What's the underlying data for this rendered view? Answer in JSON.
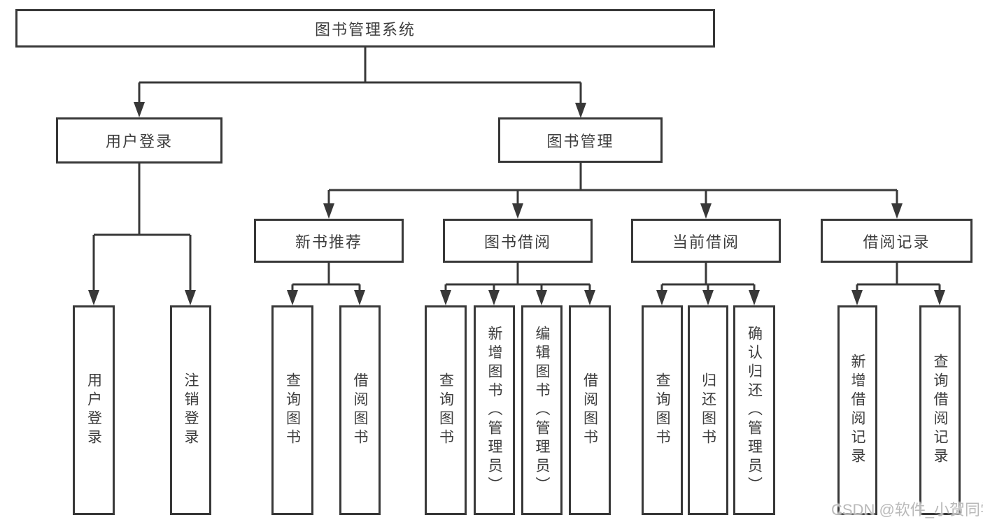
{
  "diagram": {
    "root": {
      "label": "图书管理系统"
    },
    "level2": {
      "user_login": {
        "label": "用户登录"
      },
      "book_mgmt": {
        "label": "图书管理"
      }
    },
    "level3": {
      "new_books": {
        "label": "新书推荐"
      },
      "book_borrow": {
        "label": "图书借阅"
      },
      "current_borrow": {
        "label": "当前借阅"
      },
      "borrow_records": {
        "label": "借阅记录"
      }
    },
    "leaves": {
      "user_login": [
        "用户登录",
        "注销登录"
      ],
      "new_books": [
        "查询图书",
        "借阅图书"
      ],
      "book_borrow": [
        "查询图书",
        "新增图书（管理员）",
        "编辑图书（管理员）",
        "借阅图书"
      ],
      "current_borrow": [
        "查询图书",
        "归还图书",
        "确认归还（管理员）"
      ],
      "borrow_records": [
        "新增借阅记录",
        "查询借阅记录"
      ]
    }
  },
  "watermark": "CSDN @软件_小贺同学",
  "colors": {
    "line": "#383838",
    "text": "#3d3d3d",
    "watermark": "#b9b9b9",
    "background": "#ffffff"
  }
}
